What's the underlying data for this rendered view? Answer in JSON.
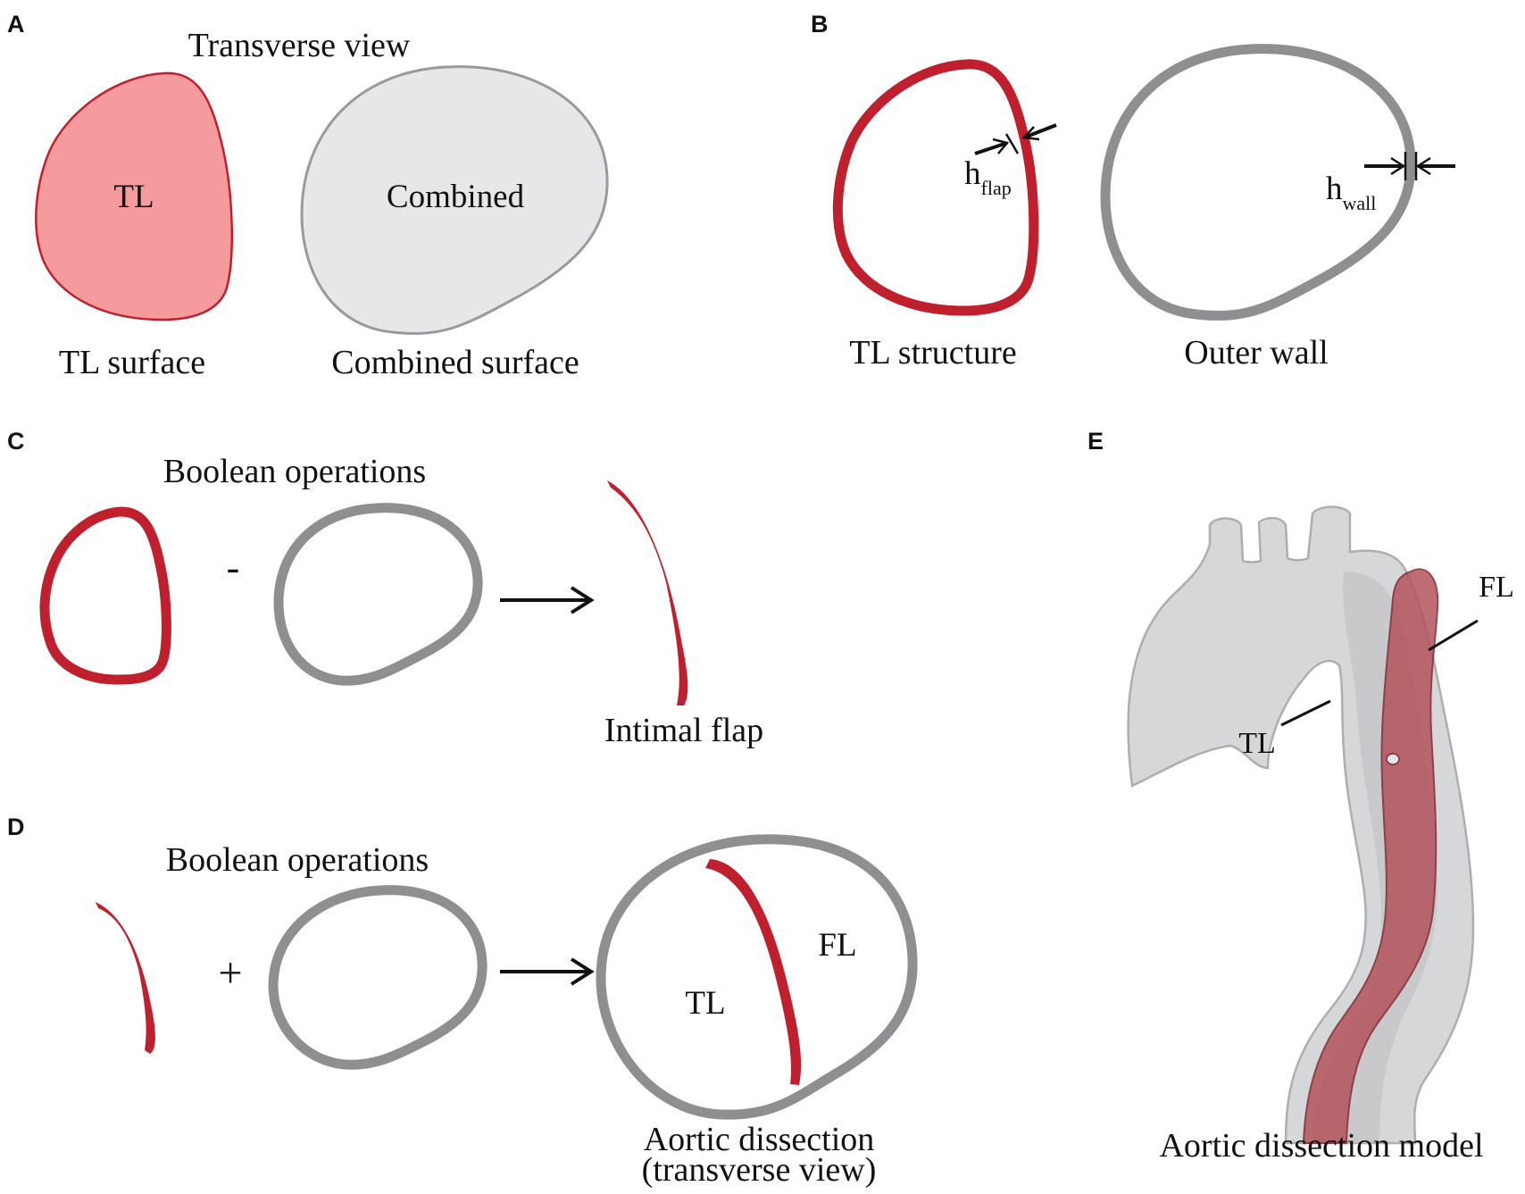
{
  "panels": {
    "a": {
      "letter": "A",
      "title": "Transverse view",
      "tl_shape_label": "TL",
      "combined_shape_label": "Combined",
      "caption_left": "TL surface",
      "caption_right": "Combined surface"
    },
    "b": {
      "letter": "B",
      "h_flap_main": "h",
      "h_flap_sub": "flap",
      "h_wall_main": "h",
      "h_wall_sub": "wall",
      "caption_left": "TL structure",
      "caption_right": "Outer wall"
    },
    "c": {
      "letter": "C",
      "title": "Boolean operations",
      "operator": "-",
      "caption": "Intimal flap"
    },
    "d": {
      "letter": "D",
      "title": "Boolean operations",
      "operator": "+",
      "tl_label": "TL",
      "fl_label": "FL",
      "caption_line1": "Aortic dissection",
      "caption_line2": "(transverse view)"
    },
    "e": {
      "letter": "E",
      "fl_label": "FL",
      "tl_label": "TL",
      "caption": "Aortic dissection model"
    }
  },
  "colors": {
    "true_lumen_red": "#c0202e",
    "tl_surface_fill": "#f59b9e",
    "wall_gray": "#8e8f91",
    "combined_fill": "#e6e7e8"
  }
}
